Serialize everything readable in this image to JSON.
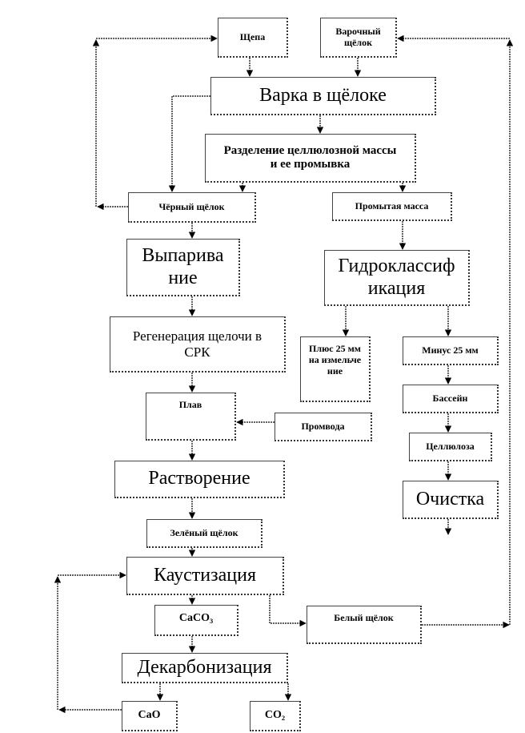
{
  "nodes": {
    "chips": "Щепа",
    "cooking_liquor": "Варочный щёлок",
    "cooking": "Варка в щёлоке",
    "separation": "Разделение целлюлозной массы и ее промывка",
    "black_liquor": "Чёрный щёлок",
    "washed_pulp": "Промытая масса",
    "evaporation": "Выпаривание",
    "hydroclassification": "Гидроклассификация",
    "regeneration": "Регенерация щелочи в СРК",
    "plus25": "Плюс 25 мм на измельчение",
    "minus25": "Минус 25 мм",
    "smelt": "Плав",
    "process_water": "Промвода",
    "pool": "Бассейн",
    "cellulose": "Целлюлоза",
    "dissolving": "Растворение",
    "cleaning": "Очистка",
    "green_liquor": "Зелёный щёлок",
    "causticizing": "Каустизация",
    "caco3": "CaCO₃",
    "white_liquor": "Белый щёлок",
    "decarbonization": "Декарбонизация",
    "cao": "CaO",
    "co2": "CO₂"
  }
}
